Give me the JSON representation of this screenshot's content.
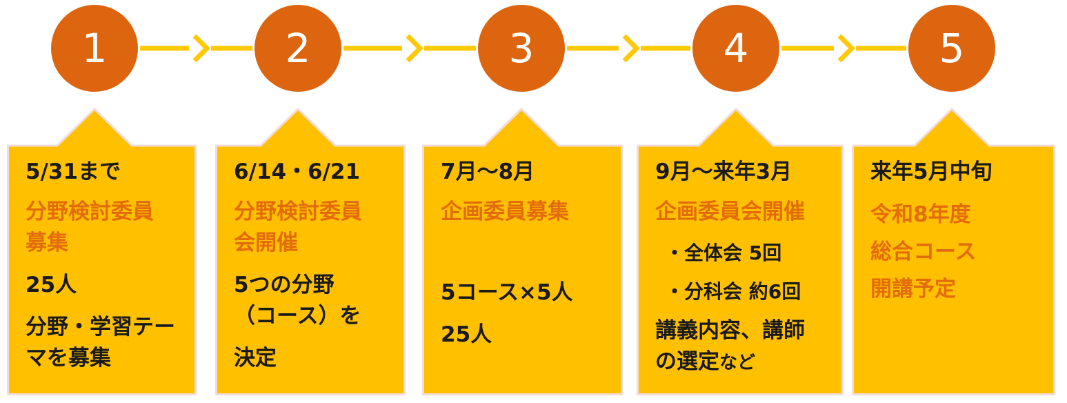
{
  "diagram": {
    "type": "process-flow-timeline",
    "orientation": "horizontal",
    "step_count": 5
  },
  "colors": {
    "circle_fill": "#DD650F",
    "box_fill": "#FFC000",
    "box_border": "#F2DCDB",
    "connector_yellow": "#FFC908",
    "title_orange": "#E36C0A",
    "body_black": "#1A1A1A",
    "number_white": "#FFFFFF",
    "background": "#FFFFFF"
  },
  "steps": [
    {
      "number": "1",
      "date": "5/31まで",
      "title": "分野検討委員\n募集",
      "paragraphs": [
        "25人",
        "分野・学習テー\nマを募集"
      ]
    },
    {
      "number": "2",
      "date": "6/14・6/21",
      "title": "分野検討委員\n会開催",
      "paragraphs": [
        "5つの分野\n（コース）を",
        "決定"
      ]
    },
    {
      "number": "3",
      "date": "7月～8月",
      "title": "企画委員募集",
      "paragraphs": [
        "5コース×5人",
        "25人"
      ]
    },
    {
      "number": "4",
      "date": "9月～来年3月",
      "title": "企画委員会開催",
      "bullets": [
        "・全体会 5回",
        "・分科会 約6回"
      ],
      "note_main": "講義内容、講師\nの選定",
      "note_suffix": "など"
    },
    {
      "number": "5",
      "date": "来年5月中旬",
      "title": "令和8年度\n総合コース\n開講予定",
      "paragraphs": []
    }
  ]
}
